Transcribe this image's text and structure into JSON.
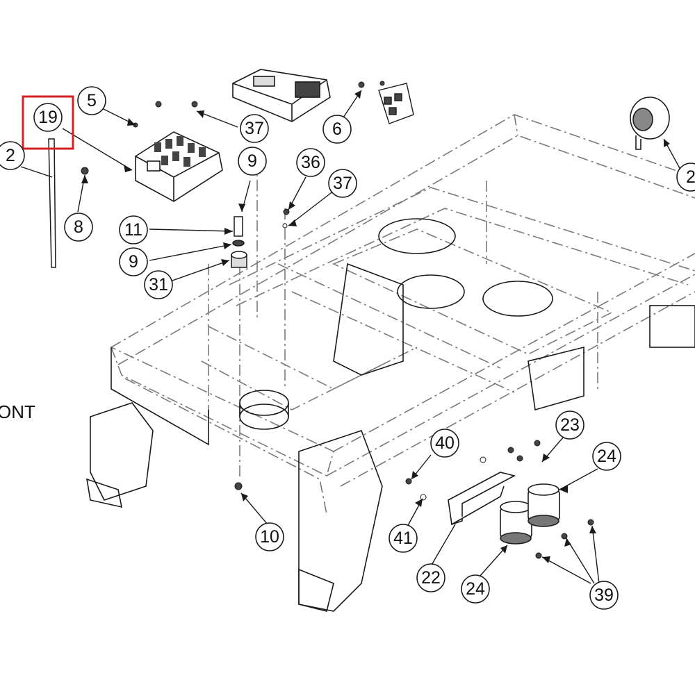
{
  "diagram": {
    "edge_text": "ONT",
    "callouts": [
      {
        "id": "c5",
        "label": "5"
      },
      {
        "id": "c19",
        "label": "19"
      },
      {
        "id": "c2a",
        "label": "2"
      },
      {
        "id": "c8",
        "label": "8"
      },
      {
        "id": "c37a",
        "label": "37"
      },
      {
        "id": "c6",
        "label": "6"
      },
      {
        "id": "c9a",
        "label": "9"
      },
      {
        "id": "c36",
        "label": "36"
      },
      {
        "id": "c37b",
        "label": "37"
      },
      {
        "id": "c11",
        "label": "11"
      },
      {
        "id": "c9b",
        "label": "9"
      },
      {
        "id": "c31",
        "label": "31"
      },
      {
        "id": "c2b",
        "label": "2"
      },
      {
        "id": "c10",
        "label": "10"
      },
      {
        "id": "c40",
        "label": "40"
      },
      {
        "id": "c41",
        "label": "41"
      },
      {
        "id": "c23",
        "label": "23"
      },
      {
        "id": "c24a",
        "label": "24"
      },
      {
        "id": "c22",
        "label": "22"
      },
      {
        "id": "c24b",
        "label": "24"
      },
      {
        "id": "c39",
        "label": "39"
      }
    ],
    "highlight": {
      "target": "19",
      "color": "#d42020"
    },
    "colors": {
      "line": "#1a1a1a",
      "dash": "#7a7a7a",
      "part": "#444444"
    }
  }
}
